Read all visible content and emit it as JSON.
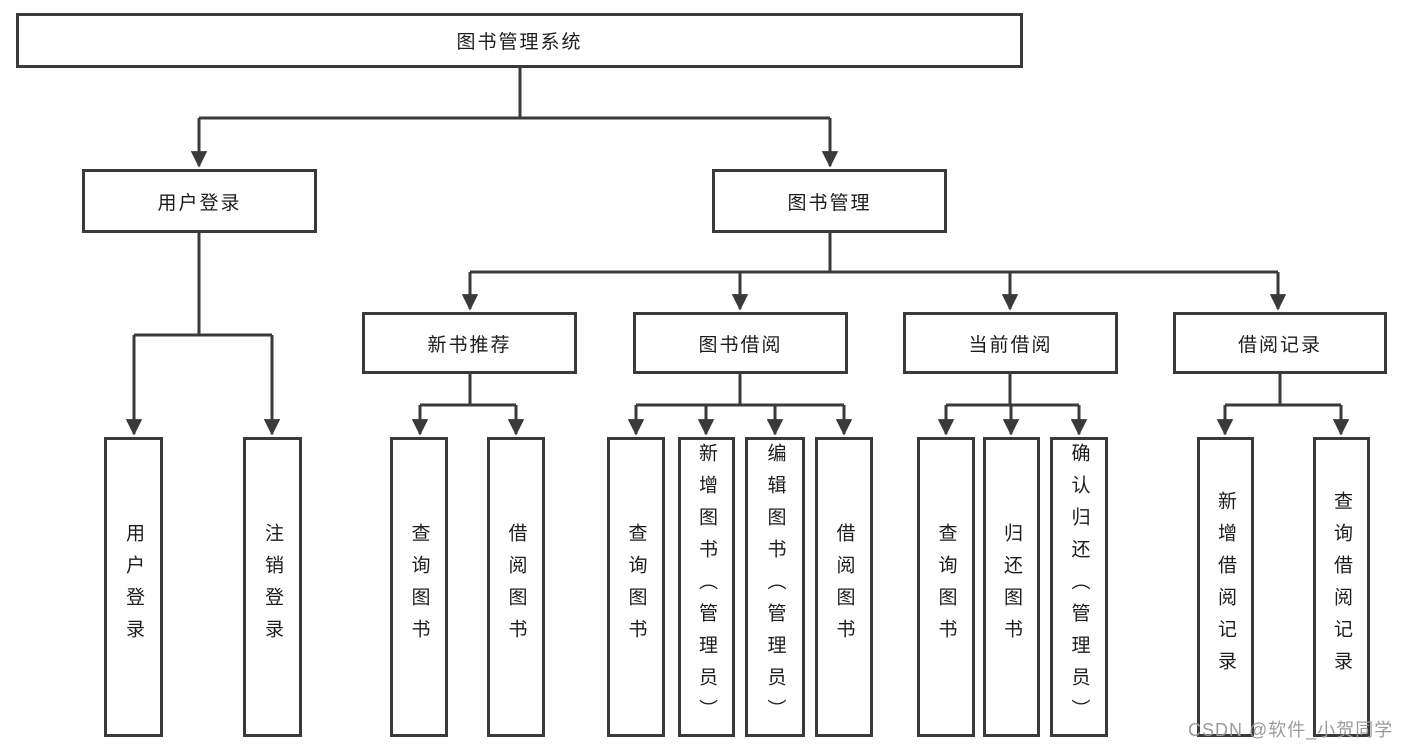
{
  "diagram_title": "图书管理系统",
  "nodes": {
    "root": "图书管理系统",
    "user_login": "用户登录",
    "book_management": "图书管理",
    "new_book_recommend": "新书推荐",
    "book_borrow": "图书借阅",
    "current_borrow": "当前借阅",
    "borrow_records": "借阅记录",
    "leaf_user_login": "用户登录",
    "leaf_logout": "注销登录",
    "leaf_rec_query_books": "查询图书",
    "leaf_rec_borrow_books": "借阅图书",
    "leaf_bb_query_books": "查询图书",
    "leaf_bb_add_books_admin": "新增图书（管理员）",
    "leaf_bb_edit_books_admin": "编辑图书（管理员）",
    "leaf_bb_borrow_books": "借阅图书",
    "leaf_cb_query_books": "查询图书",
    "leaf_cb_return_books": "归还图书",
    "leaf_cb_confirm_return_admin": "确认归还（管理员）",
    "leaf_br_add_record": "新增借阅记录",
    "leaf_br_query_record": "查询借阅记录"
  },
  "watermark": "CSDN @软件_小贺同学",
  "colors": {
    "line": "#3a3a3a",
    "text": "#1c1c1c",
    "node_fill": "#ffffff",
    "background": "#ffffff",
    "watermark": "#9b9b9b"
  }
}
